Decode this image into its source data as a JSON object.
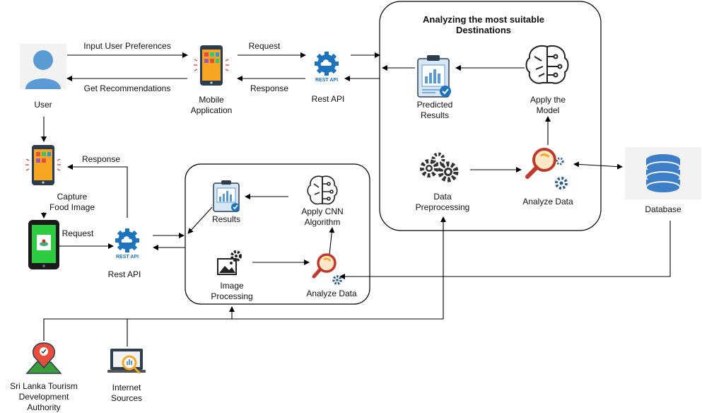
{
  "top_box_title": [
    "Analyzing the most suitable",
    "Destinations"
  ],
  "user": "User",
  "mobile_application": [
    "Mobile",
    "Application"
  ],
  "rest_api": "Rest API",
  "rest_api_icon_text": "REST API",
  "edges": {
    "input_user_preferences": "Input User Preferences",
    "get_recommendations": "Get Recommendations",
    "request": "Request",
    "response": "Response"
  },
  "predicted_results": [
    "Predicted",
    "Results"
  ],
  "apply_the_model": [
    "Apply the",
    "Model"
  ],
  "data_preprocessing": [
    "Data",
    "Preprocessing"
  ],
  "analyze_data": "Analyze Data",
  "database": "Database",
  "capture_food_image": [
    "Capture",
    "Food Image"
  ],
  "results": "Results",
  "apply_cnn_algorithm": [
    "Apply CNN",
    "Algorithm"
  ],
  "image_processing": [
    "Image",
    "Processing"
  ],
  "sri_lanka_tourism": [
    "Sri Lanka Tourism",
    "Development",
    "Authority"
  ],
  "internet_sources": [
    "Internet",
    "Sources"
  ],
  "colors": {
    "rest_api_blue": "#1e73be",
    "phone_orange": "#f6a623",
    "database_blue": "#3d7fc7",
    "clipboard_blue": "#5b9bd5",
    "magnifier_red": "#c0392b",
    "gear_dark": "#333333"
  },
  "icons": [
    "user-icon",
    "mobile-app-icon",
    "rest-api-icon",
    "brain-icon",
    "clipboard-chart-icon",
    "gears-icon",
    "magnifier-gear-icon",
    "database-icon",
    "phone-camera-icon",
    "image-gear-icon",
    "map-pin-icon",
    "laptop-chart-icon"
  ]
}
